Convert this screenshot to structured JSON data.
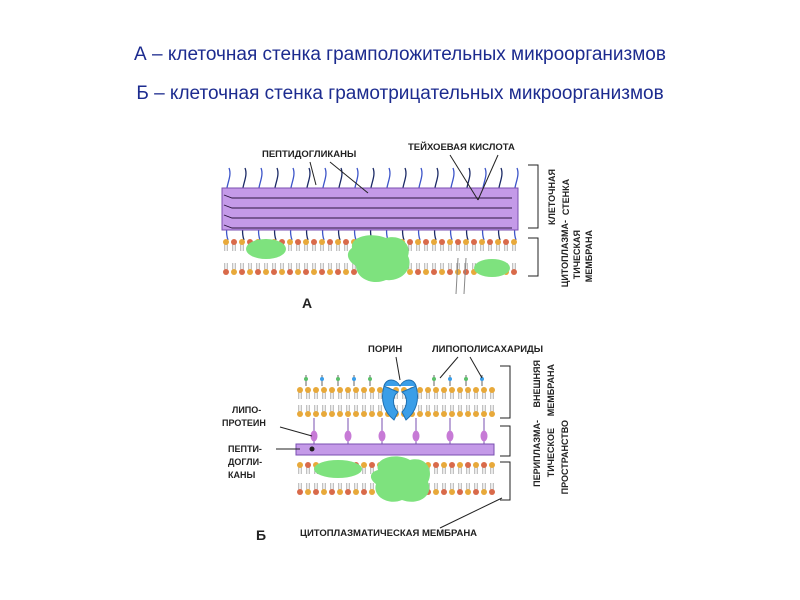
{
  "title": {
    "line_a": "А – клеточная стенка грамположительных микроорганизмов",
    "line_b": "Б – клеточная стенка грамотрицательных микроорганизмов",
    "color": "#1c2b8f"
  },
  "diagram_a": {
    "letter": "А",
    "label_peptidoglycans": "ПЕПТИДОГЛИКАНЫ",
    "label_teichoic": "ТЕЙХОЕВАЯ КИСЛОТА",
    "side_cell_wall": [
      "КЛЕТОЧНАЯ",
      "СТЕНКА"
    ],
    "side_membrane": [
      "ЦИТОПЛАЗМА-",
      "ТИЧЕСКАЯ",
      "МЕМБРАНА"
    ]
  },
  "diagram_b": {
    "letter": "Б",
    "label_porin": "ПОРИН",
    "label_lps": "ЛИПОПОЛИСАХАРИДЫ",
    "label_lipoprotein": [
      "ЛИПО-",
      "ПРОТЕИН"
    ],
    "label_peptidoglycans": [
      "ПЕПТИ-",
      "ДОГЛИ-",
      "КАНЫ"
    ],
    "label_cytoplasmic_membrane": "ЦИТОПЛАЗМАТИЧЕСКАЯ МЕМБРАНА",
    "side_outer_membrane": [
      "ВНЕШНЯЯ",
      "МЕМБРАНА"
    ],
    "side_periplasmic": [
      "ПЕРИПЛАЗМА-",
      "ТИЧЕСКОЕ",
      "ПРОСТРАНСТВО"
    ]
  },
  "colors": {
    "peptidoglycan_fill": "#c49ae8",
    "lipid_head": "#e8a93a",
    "lipid_head_alt": "#d96a4a",
    "protein": "#7ee27e",
    "teichoic": "#3d55c9",
    "porin": "#3a9ee8",
    "lipoprotein": "#c77ad6"
  }
}
